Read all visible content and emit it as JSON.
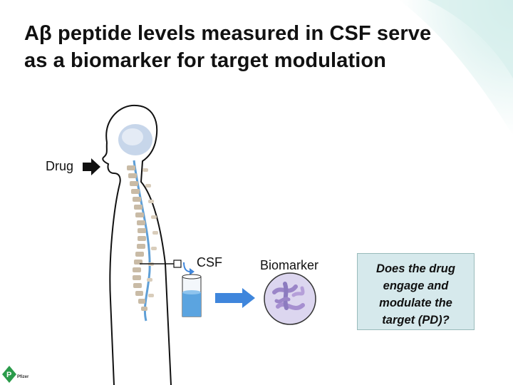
{
  "title": {
    "line1": "Aβ peptide levels measured in CSF serve",
    "line2": "as a biomarker for target modulation"
  },
  "labels": {
    "drug": "Drug",
    "csf": "CSF",
    "biomarker": "Biomarker"
  },
  "question": "Does the drug engage and modulate the target (PD)?",
  "logo": {
    "letter": "P",
    "text": "Pfizer"
  },
  "colors": {
    "accent_teal": "#d6e9ec",
    "spine_blue": "#5f9fd6",
    "vertebra": "#c9bba6",
    "brain": "#c7d6ea",
    "fluid": "#5ba4e0",
    "arrow_blue": "#3f86dc",
    "biomarker_purple": "#9b86c8",
    "logo_green": "#2a9b4a"
  }
}
